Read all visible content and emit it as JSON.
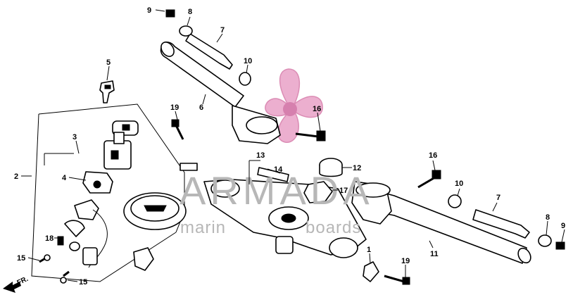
{
  "callouts": {
    "c9a": "9",
    "c8a": "8",
    "c7a": "7",
    "c10a": "10",
    "c5": "5",
    "c6": "6",
    "c19a": "19",
    "c16a": "16",
    "c3": "3",
    "c2": "2",
    "c4": "4",
    "c13": "13",
    "c14": "14",
    "c12": "12",
    "c17": "17",
    "c16b": "16",
    "c10b": "10",
    "c7b": "7",
    "c8b": "8",
    "c9b": "9",
    "c11": "11",
    "c18": "18",
    "c15a": "15",
    "c15b": "15",
    "c1": "1",
    "c19b": "19"
  },
  "front_marker": "FR.",
  "watermark": {
    "brand": "ARMADA",
    "tagline_left": "marin",
    "tagline_right": "boards",
    "logo_color": "#e9a2c7"
  }
}
